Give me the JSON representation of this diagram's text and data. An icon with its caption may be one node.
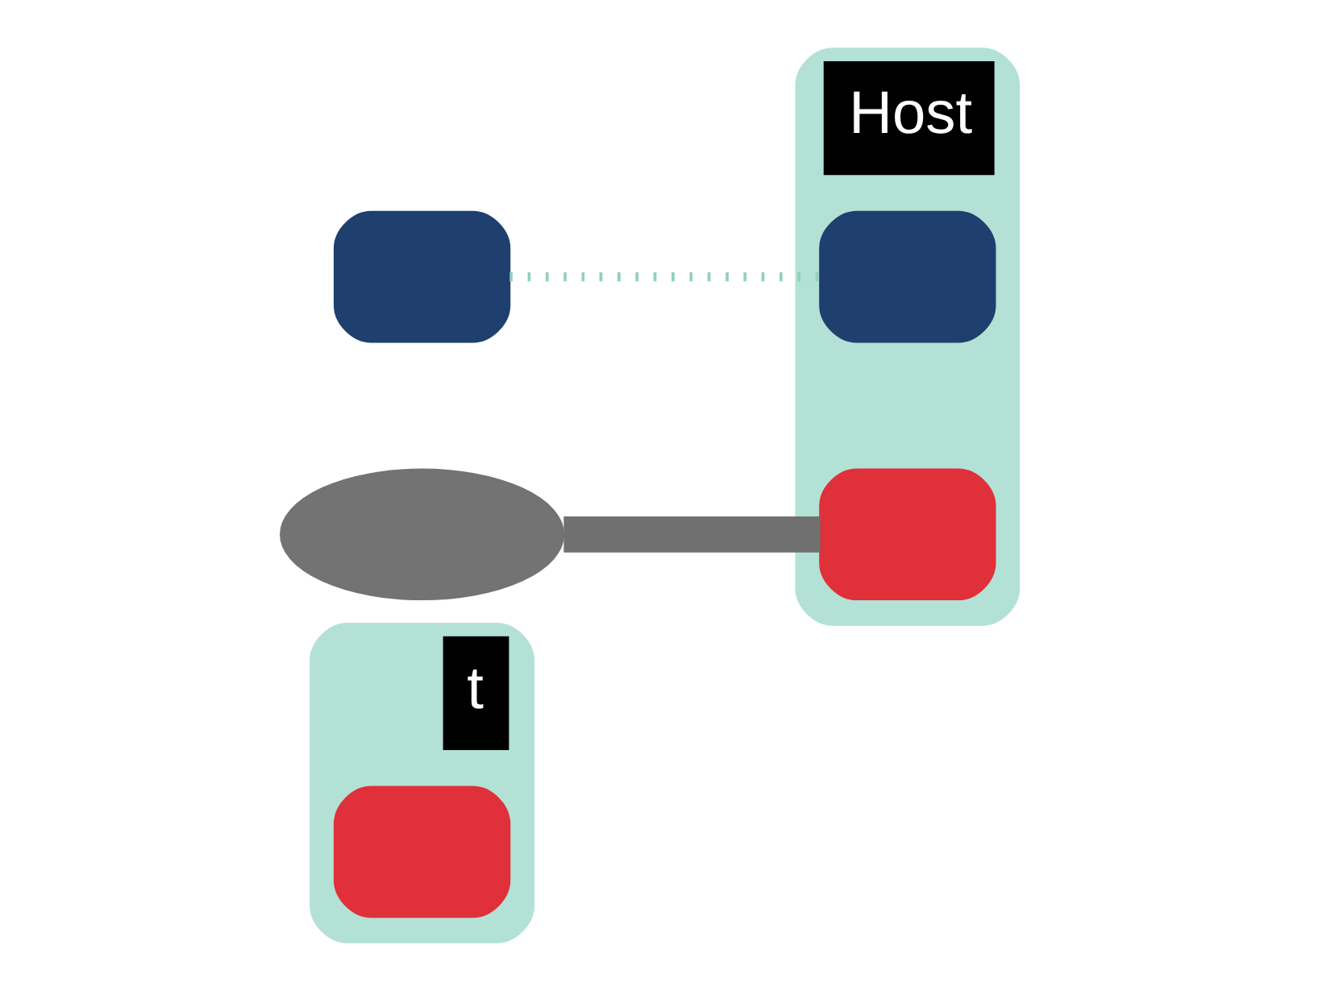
{
  "diagram": {
    "nodes": [
      {
        "text": [
          "t"
        ]
      },
      {
        "text": [],
        "shape": "box",
        "in": 0
      },
      {
        "text": [],
        "shape": "box"
      },
      {
        "text": [
          "Host"
        ]
      },
      {
        "text": [],
        "shape": "box",
        "in": 3
      },
      {
        "text": [],
        "shape": "box",
        "in": 3
      },
      {
        "text": [],
        "shape": "cloud"
      }
    ],
    "edges": [
      {
        "from": 2,
        "to": 4,
        "arrow": "none",
        "style": "dashed",
        "color": "#8ed1bf"
      },
      {
        "from": 6,
        "to": 5,
        "arrow": "none",
        "style": "thick",
        "color": "#707070"
      }
    ]
  }
}
